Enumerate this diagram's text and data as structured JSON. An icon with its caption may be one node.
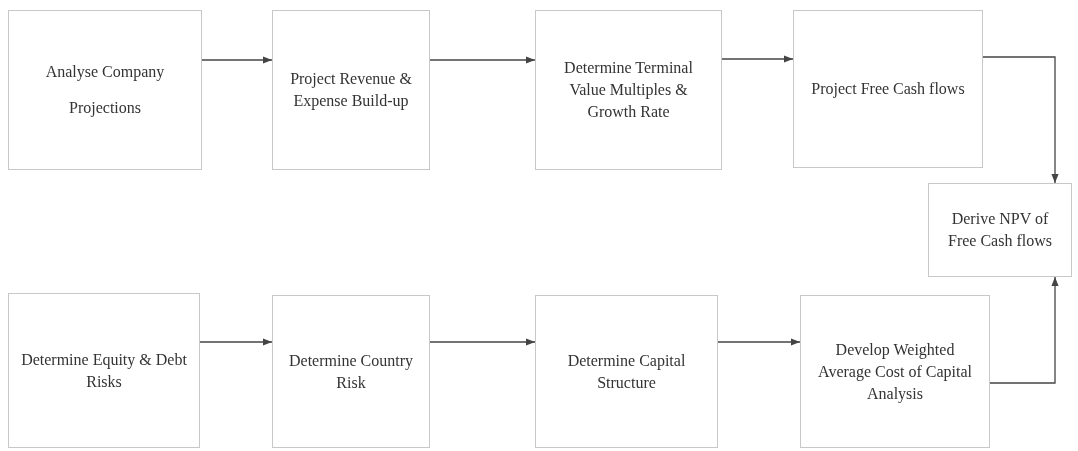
{
  "diagram": {
    "nodes": [
      {
        "text": [
          "Analyse Company",
          "Projections"
        ]
      },
      {
        "text": [
          "Project Revenue & Expense Build-up"
        ]
      },
      {
        "text": [
          "Determine Terminal Value Multiples & Growth Rate"
        ]
      },
      {
        "text": [
          "Project Free Cash flows"
        ]
      },
      {
        "text": [
          "Derive NPV of Free Cash flows"
        ]
      },
      {
        "text": [
          "Determine Equity & Debt Risks"
        ]
      },
      {
        "text": [
          "Determine Country Risk"
        ]
      },
      {
        "text": [
          "Determine Capital Structure"
        ]
      },
      {
        "text": [
          "Develop Weighted Average Cost of Capital Analysis"
        ]
      }
    ],
    "edges": [
      {
        "from": 0,
        "to": 1,
        "arrow": "to"
      },
      {
        "from": 1,
        "to": 2,
        "arrow": "to"
      },
      {
        "from": 2,
        "to": 3,
        "arrow": "to"
      },
      {
        "from": 3,
        "to": 4,
        "arrow": "to"
      },
      {
        "from": 5,
        "to": 6,
        "arrow": "to"
      },
      {
        "from": 6,
        "to": 7,
        "arrow": "to"
      },
      {
        "from": 7,
        "to": 8,
        "arrow": "to"
      },
      {
        "from": 8,
        "to": 4,
        "arrow": "to"
      }
    ]
  }
}
